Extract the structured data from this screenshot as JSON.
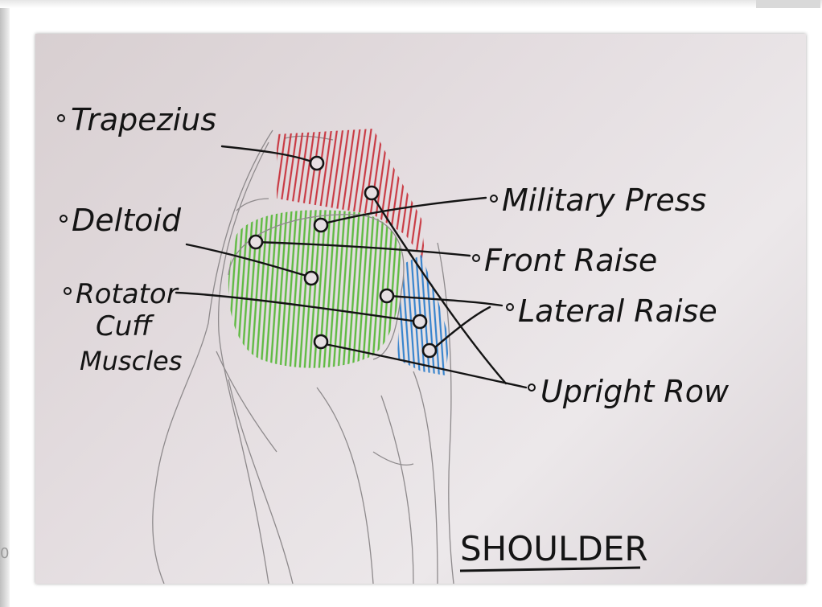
{
  "diagram": {
    "labels": {
      "trapezius": "Trapezius",
      "deltoid": "Deltoid",
      "rotator_cuff_line1": "Rotator",
      "rotator_cuff_line2": "Cuff",
      "rotator_cuff_line3": "Muscles",
      "military_press": "Military Press",
      "front_raise": "Front Raise",
      "lateral_raise": "Lateral Raise",
      "upright_row": "Upright Row",
      "title": "SHOULDER"
    },
    "colors": {
      "trapezius": "#c8323c",
      "deltoid": "#58b83a",
      "rotator_cuff": "#2f7fcc",
      "ink": "#141414"
    }
  }
}
